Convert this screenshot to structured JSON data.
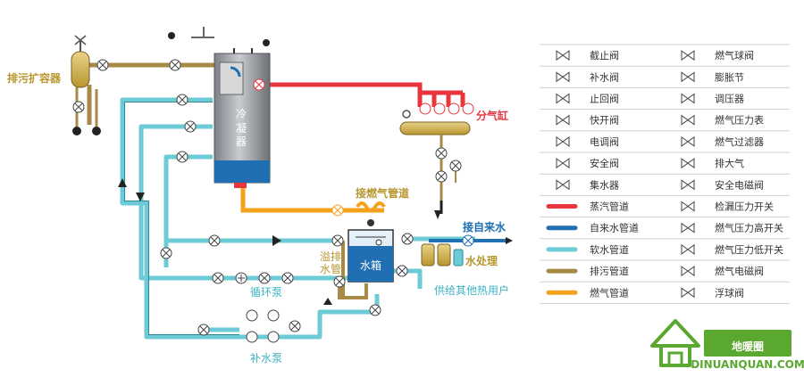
{
  "labels": {
    "sewage_expander": "排污扩容器",
    "condenser_1": "冷",
    "condenser_2": "凝",
    "condenser_3": "器",
    "steam_header": "分气缸",
    "gas_pipe_connection": "接燃气管道",
    "water_tank": "水箱",
    "overflow_pipe_1": "溢排",
    "overflow_pipe_2": "水管",
    "tap_water_connection": "接自来水",
    "water_treatment": "水处理",
    "circulation_pump": "循环泵",
    "supply_other_users": "供给其他热用户",
    "makeup_pump": "补水泵"
  },
  "legend": [
    {
      "symbol": "globe-valve",
      "label": "截止阀"
    },
    {
      "symbol": "gas-ball-valve",
      "label": "燃气球阀"
    },
    {
      "symbol": "makeup-valve",
      "label": "补水阀"
    },
    {
      "symbol": "expansion-joint",
      "label": "膨胀节"
    },
    {
      "symbol": "check-valve",
      "label": "止回阀"
    },
    {
      "symbol": "pressure-regulator",
      "label": "调压器"
    },
    {
      "symbol": "quick-open-valve",
      "label": "快开阀"
    },
    {
      "symbol": "gas-pressure-gauge",
      "label": "燃气压力表"
    },
    {
      "symbol": "electric-control-valve",
      "label": "电调阀"
    },
    {
      "symbol": "gas-filter",
      "label": "燃气过滤器"
    },
    {
      "symbol": "safety-valve",
      "label": "安全阀"
    },
    {
      "symbol": "vent-to-atmosphere",
      "label": "排大气"
    },
    {
      "symbol": "water-collector",
      "label": "集水器"
    },
    {
      "symbol": "safety-solenoid-valve",
      "label": "安全电磁阀"
    },
    {
      "symbol": "steam-pipe-line",
      "label": "蒸汽管道",
      "color": "#e8363e"
    },
    {
      "symbol": "leak-pressure-switch",
      "label": "检漏压力开关"
    },
    {
      "symbol": "tap-water-pipe-line",
      "label": "自来水管道",
      "color": "#1f6fb2"
    },
    {
      "symbol": "gas-high-pressure-switch",
      "label": "燃气压力高开关"
    },
    {
      "symbol": "soft-water-pipe-line",
      "label": "软水管道",
      "color": "#6ccbd6"
    },
    {
      "symbol": "gas-low-pressure-switch",
      "label": "燃气压力低开关"
    },
    {
      "symbol": "sewage-pipe-line",
      "label": "排污管道",
      "color": "#a68a45"
    },
    {
      "symbol": "gas-solenoid-valve",
      "label": "燃气电磁阀"
    },
    {
      "symbol": "gas-pipe-line",
      "label": "燃气管道",
      "color": "#f4a21c"
    },
    {
      "symbol": "float-valve",
      "label": "浮球阀"
    }
  ],
  "logo": {
    "name": "地暖圈",
    "url_text": "DINUANQUAN.COM"
  },
  "colors": {
    "steam": "#e8363e",
    "tap_water": "#1f6fb2",
    "soft_water": "#6ccbd6",
    "sewage": "#a68a45",
    "gas": "#f4a21c",
    "label_gold": "#b8962e",
    "label_teal": "#3bb3c3",
    "label_red": "#e8363e",
    "logo_green": "#5aa82f"
  }
}
